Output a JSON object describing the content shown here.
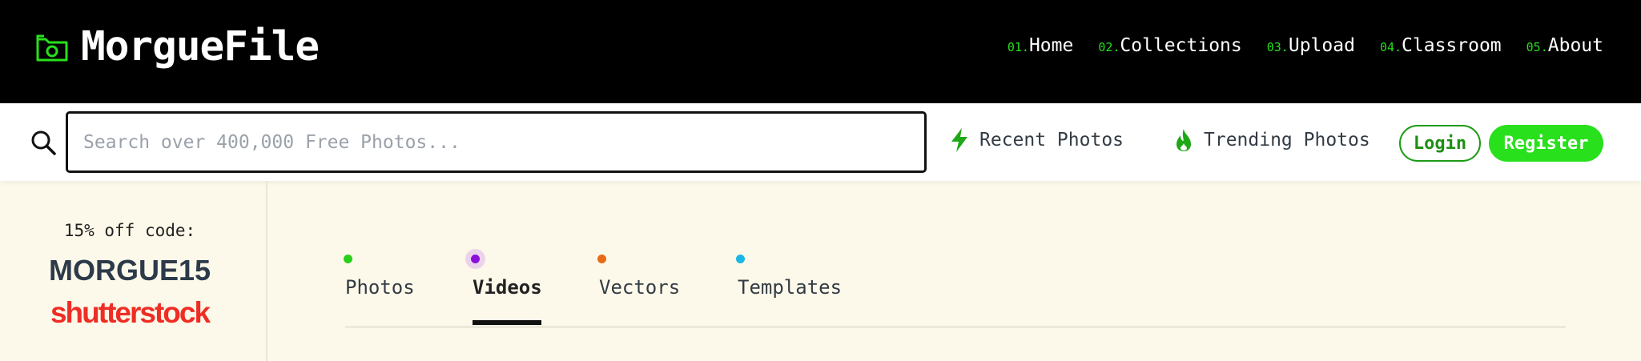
{
  "brand": {
    "name": "MorgueFile",
    "accent": "#28e01b"
  },
  "nav": [
    {
      "num": "01.",
      "label": "Home"
    },
    {
      "num": "02.",
      "label": "Collections"
    },
    {
      "num": "03.",
      "label": "Upload"
    },
    {
      "num": "04.",
      "label": "Classroom"
    },
    {
      "num": "05.",
      "label": "About"
    }
  ],
  "search": {
    "placeholder": "Search over 400,000 Free Photos...",
    "value": "",
    "icon": "search-icon"
  },
  "quick_links": [
    {
      "label": "Recent Photos",
      "icon": "lightning-icon",
      "color": "#1ea817"
    },
    {
      "label": "Trending Photos",
      "icon": "fire-icon",
      "color": "#1ea817"
    }
  ],
  "auth": {
    "login": "Login",
    "register": "Register"
  },
  "promo": {
    "label": "15% off code:",
    "code": "MORGUE15",
    "brand": "shutterstock"
  },
  "tabs": [
    {
      "label": "Photos",
      "dot": "#28d01c",
      "active": false
    },
    {
      "label": "Videos",
      "dot": "#8a10d8",
      "active": true
    },
    {
      "label": "Vectors",
      "dot": "#e96b15",
      "active": false
    },
    {
      "label": "Templates",
      "dot": "#1ab6e6",
      "active": false
    }
  ]
}
